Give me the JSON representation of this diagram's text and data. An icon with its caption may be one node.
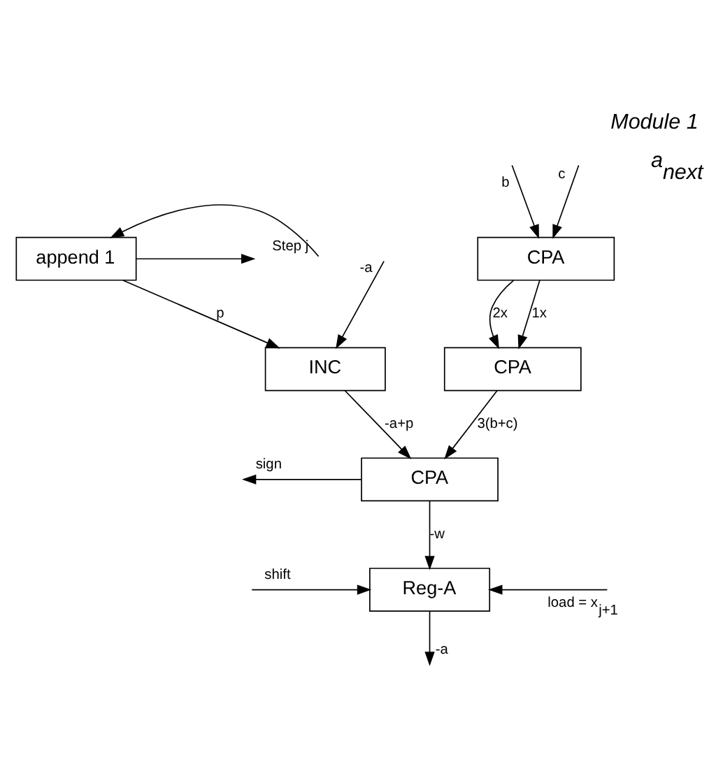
{
  "diagram": {
    "title": "Module 1",
    "nodes": [
      {
        "text": [
          "CPA"
        ]
      },
      {
        "text": [
          "append 1"
        ]
      },
      {
        "text": [
          "CPA"
        ]
      },
      {
        "text": [
          "INC"
        ]
      },
      {
        "text": [
          "CPA"
        ]
      },
      {
        "text": [
          "Reg-A"
        ]
      }
    ],
    "edges": [
      {
        "from": null,
        "to": 0,
        "arrow": "to",
        "label": "b"
      },
      {
        "from": null,
        "to": 0,
        "arrow": "to",
        "label": "c"
      },
      {
        "from": null,
        "to": 1,
        "arrow": "to",
        "label": "Step j"
      },
      {
        "from": 0,
        "to": 2,
        "arrow": "to",
        "label": "2x"
      },
      {
        "from": 0,
        "to": 2,
        "arrow": "to",
        "label": "1x"
      },
      {
        "from": null,
        "to": 3,
        "arrow": "to",
        "label": "-a"
      },
      {
        "from": 1,
        "to": 3,
        "arrow": "to",
        "label": "p"
      },
      {
        "from": 1,
        "to": null,
        "arrow": "to"
      },
      {
        "from": 2,
        "to": 4,
        "arrow": "to",
        "label": "3(b+c)"
      },
      {
        "from": 3,
        "to": 4,
        "arrow": "to",
        "label": "-a+p"
      },
      {
        "from": 4,
        "to": null,
        "arrow": "to",
        "label": "sign"
      },
      {
        "from": 4,
        "to": 5,
        "arrow": "to",
        "label": "-w"
      },
      {
        "from": null,
        "to": 5,
        "arrow": "to",
        "label": "shift"
      },
      {
        "from": null,
        "to": 5,
        "arrow": "to",
        "label": "load = x$_{j+1}$"
      },
      {
        "from": 5,
        "to": null,
        "arrow": "to",
        "label": "-a"
      }
    ],
    "labels": [
      "a$_{next}$"
    ]
  }
}
